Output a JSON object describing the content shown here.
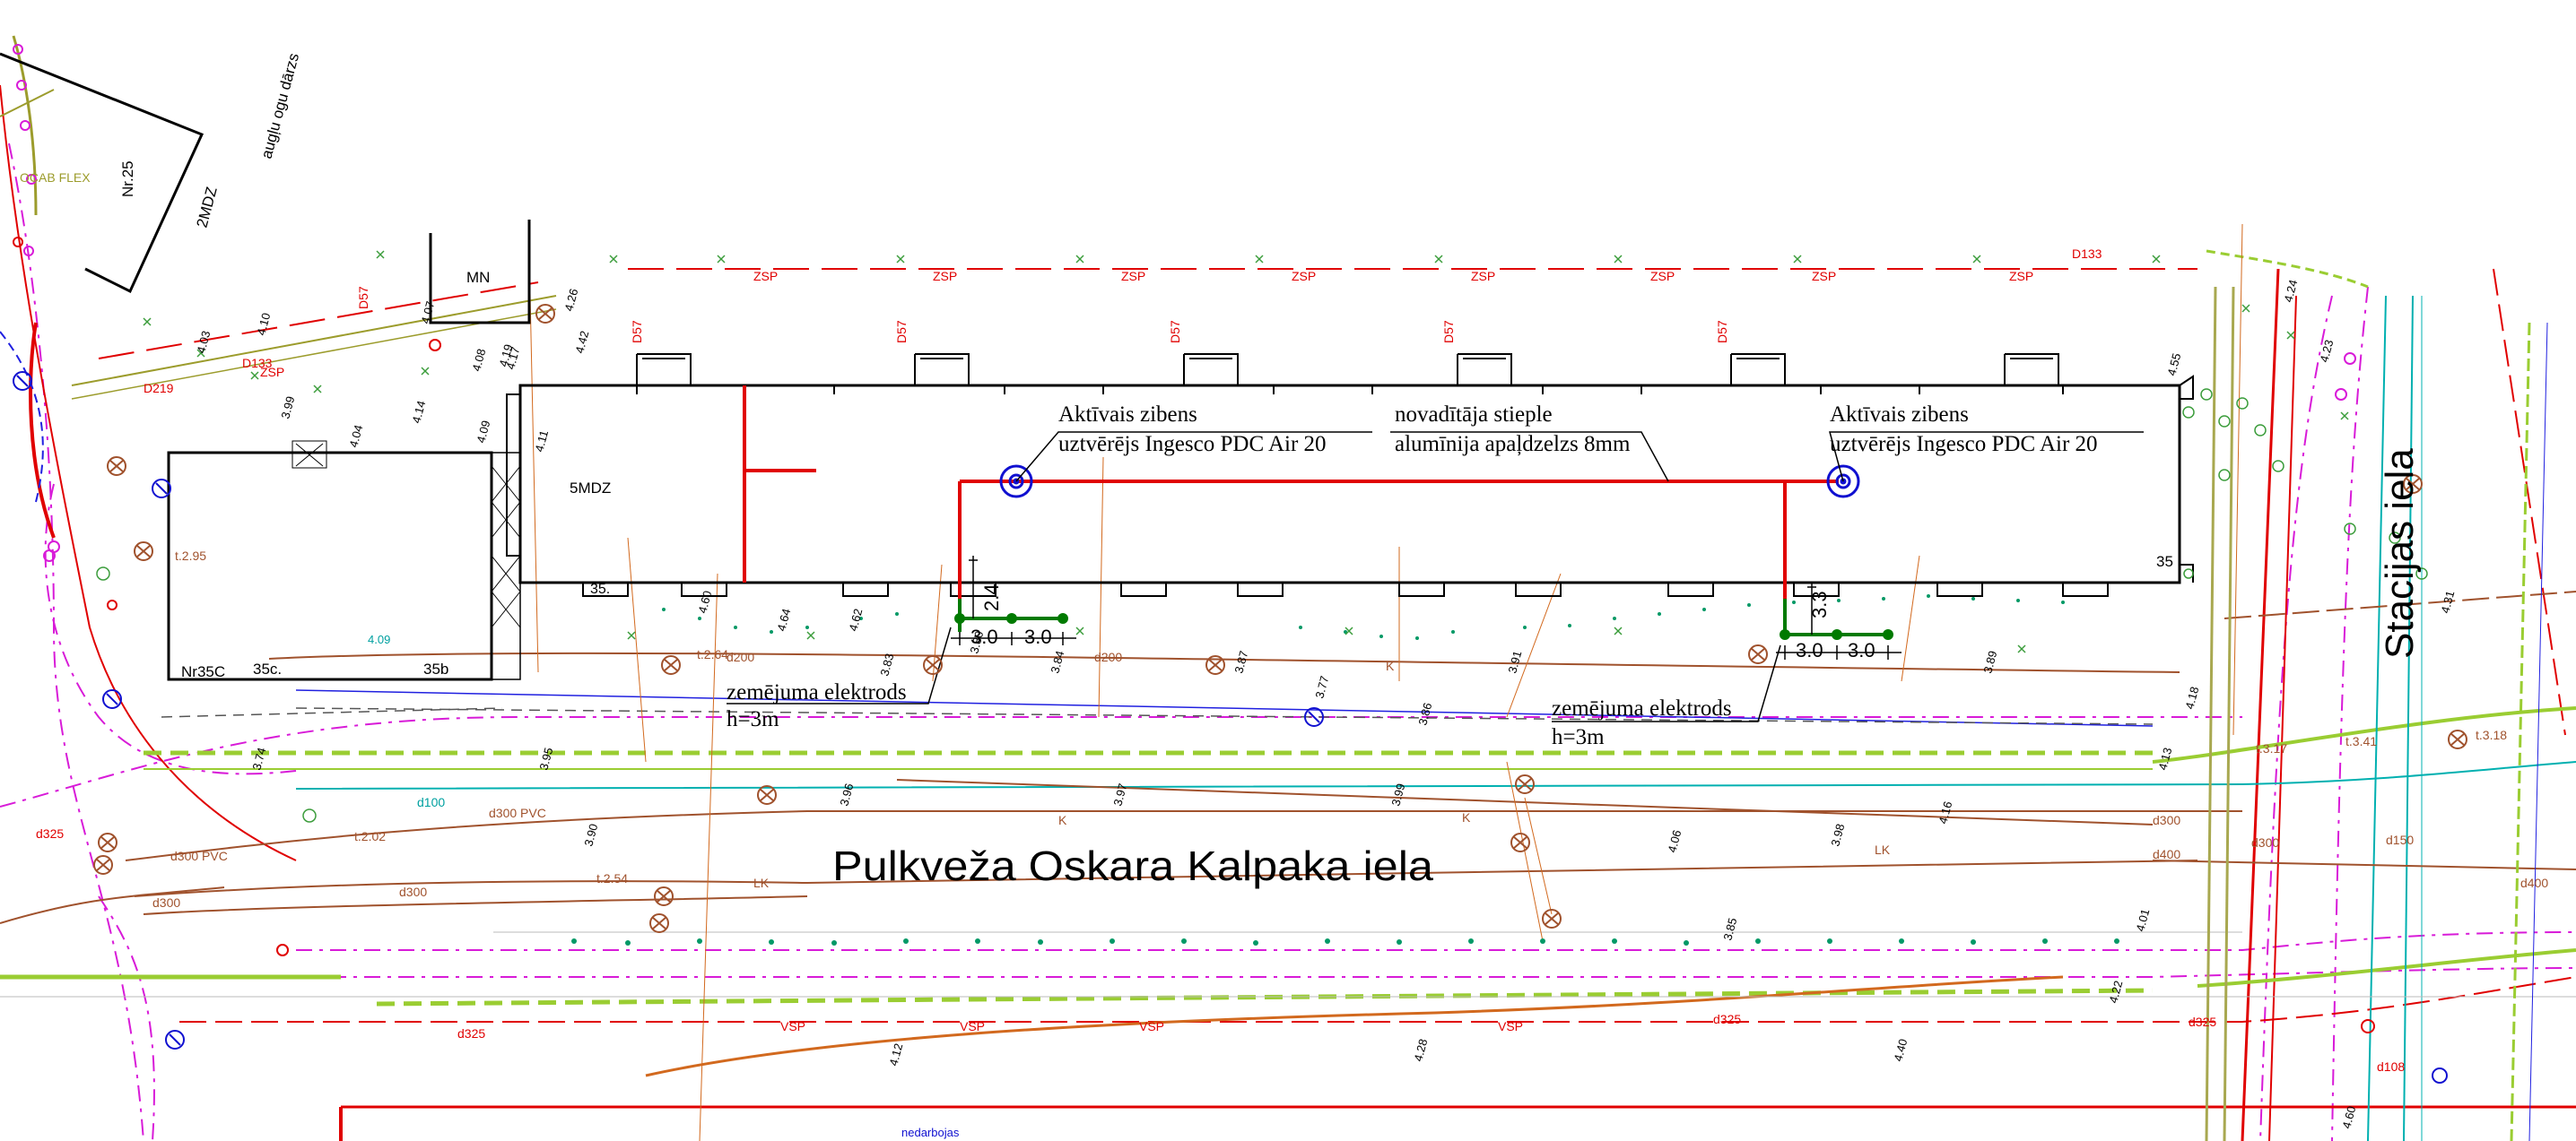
{
  "colors": {
    "background": "#ffffff",
    "building": "#000000",
    "lightning": "#e00000",
    "rod": "#1010d0",
    "ground": "#007a00",
    "gas": "#d81bd8",
    "heat": "#a0522d",
    "green": "#3c9d3c",
    "yellowgreen": "#9acd32",
    "cyan": "#00b0b0",
    "blue": "#2020e0",
    "orange": "#d2691e"
  },
  "labels": {
    "garden": "augļu ogu dārzs",
    "nr25": "Nr.25",
    "mdz2": "2MDZ",
    "mn": "MN",
    "mdz5": "5MDZ",
    "nr35c": "Nr35C",
    "b35c": "35c.",
    "b35b": "35b",
    "b35a": "35.",
    "b35r": "35",
    "lp_heat": "4.09",
    "street_main": "Pulkveža Oskara Kalpaka iela",
    "street_side": "Stacijas iela",
    "nedarbojas": "nedarbojas",
    "rod_left_line1": "Aktīvais zibens",
    "rod_left_line2": "uztvērējs Ingesco PDC Air 20",
    "rod_right_line1": "Aktīvais zibens",
    "rod_right_line2": "uztvērējs Ingesco PDC Air 20",
    "wire_line1": "novadītāja stieple",
    "wire_line2": "alumīnija apaļdzelzs 8mm",
    "ground_left_line1": "zemējuma elektrods",
    "ground_left_line2": "h=3m",
    "ground_right_line1": "zemējuma elektrods",
    "ground_right_line2": "h=3m",
    "dim_24": "2.4",
    "dim_33": "3.3",
    "dim_30a": "3.0",
    "dim_30b": "3.0",
    "dim_30c": "3.0",
    "dim_30d": "3.0",
    "zsp": "ZSP",
    "d133": "D133",
    "d57": "D57",
    "d200": "d200",
    "d300pvc": "d300 PVC",
    "d300": "d300",
    "d100": "d100",
    "d325": "d325",
    "d400": "d400",
    "d150": "d150",
    "d108": "d108",
    "k": "K",
    "lk": "LK",
    "vsp": "VSP",
    "ocab": "OCAB FLEX",
    "d219": "D219",
    "t264": "t.2.64",
    "t254": "t.2.54",
    "t202": "t.2.02",
    "t295": "t.2.95",
    "t341": "t.3.41",
    "t318": "t.3.18",
    "t317": "t.3.17"
  },
  "spot_heights": [
    "4.03",
    "4.10",
    "4.07",
    "4.08",
    "3.99",
    "4.04",
    "4.14",
    "4.09",
    "4.11",
    "4.19",
    "4.42",
    "4.26",
    "4.17",
    "4.60",
    "4.64",
    "4.62",
    "3.83",
    "3.84",
    "3.87",
    "3.91",
    "3.90",
    "4.06",
    "3.89",
    "3.86",
    "3.77",
    "3.74",
    "3.96",
    "3.97",
    "3.99",
    "3.80",
    "3.95",
    "4.12",
    "4.16",
    "4.22",
    "4.28",
    "4.40",
    "4.60",
    "4.18",
    "3.85",
    "4.01",
    "4.13",
    "3.98",
    "4.55",
    "4.24",
    "4.23",
    "4.31"
  ]
}
